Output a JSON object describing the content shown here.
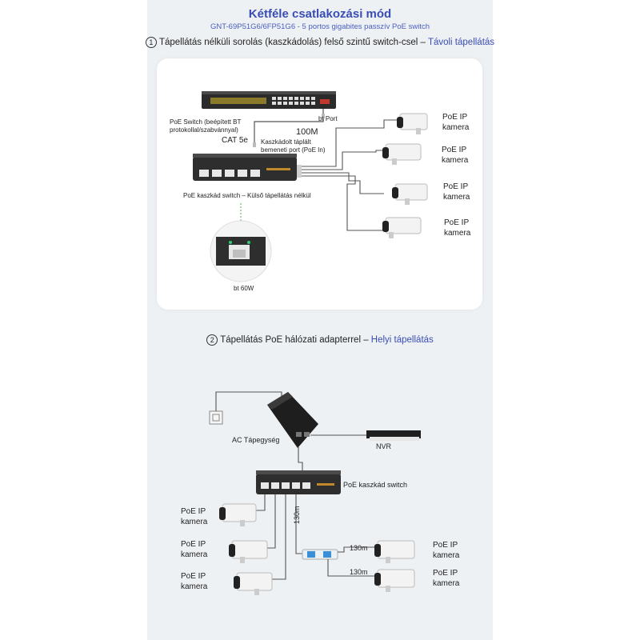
{
  "header": {
    "title": "Kétféle csatlakozási mód",
    "subtitle": "GNT-69P51G6/6FP51G6 - 5 portos gigabites passzív PoE switch"
  },
  "section1": {
    "number": "1",
    "heading_text": "Tápellátás nélküli sorolás (kaszkádolás) felső szintű switch-csel – ",
    "heading_highlight": "Távoli tápellátás",
    "poe_switch_label": "PoE Switch (beépített BT protokollal/szabvánnyal)",
    "bt_port_label": "bt Port",
    "speed_label": "100M",
    "cable_label": "CAT 5e",
    "cascade_input_label": "Kaszkádolt táplált bemeneti port (PoE In)",
    "cascade_switch_label": "PoE kaszkád switch – Külső tápellátás nélkül",
    "power_label": "bt 60W",
    "cameras": [
      "PoE IP kamera",
      "PoE IP kamera",
      "PoE IP kamera",
      "PoE IP kamera"
    ]
  },
  "section2": {
    "number": "2",
    "heading_text": "Tápellátás PoE hálózati adapterrel – ",
    "heading_highlight": "Helyi tápellátás",
    "power_supply_label": "AC Tápegység",
    "nvr_label": "NVR",
    "cascade_switch_label": "PoE kaszkád switch",
    "distance_vertical": "130m",
    "distance_1": "130m",
    "distance_2": "130m",
    "cameras_left": [
      "PoE IP kamera",
      "PoE IP kamera",
      "PoE IP kamera"
    ],
    "cameras_right": [
      "PoE IP kamera",
      "PoE IP kamera"
    ]
  },
  "colors": {
    "accent": "#3a4db5",
    "background": "#eef1f4",
    "card": "#ffffff"
  }
}
